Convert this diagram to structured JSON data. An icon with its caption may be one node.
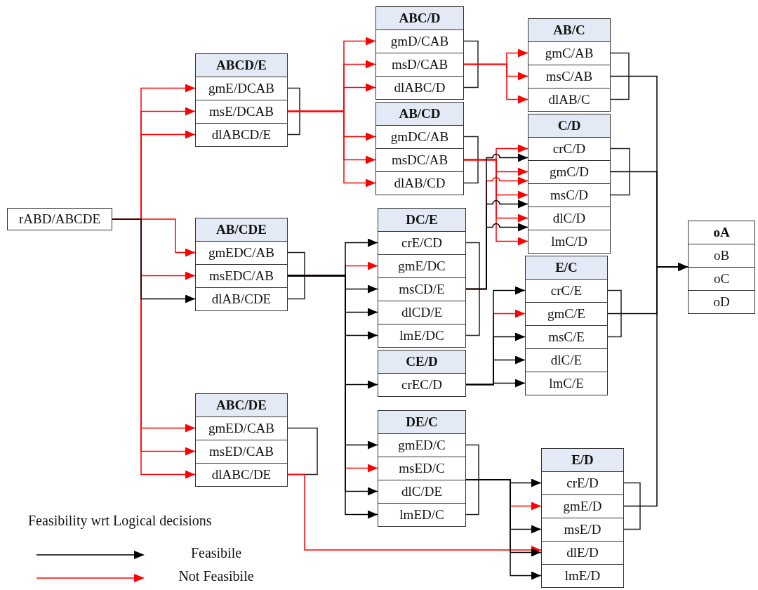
{
  "diagram": {
    "nodes": [
      {
        "text": [
          "rABD/ABCDE"
        ]
      },
      {
        "text": [
          "ABCD/E"
        ]
      },
      {
        "text": [
          "gmE/DCAB"
        ],
        "in": 1
      },
      {
        "text": [
          "msE/DCAB"
        ],
        "in": 1
      },
      {
        "text": [
          "dlABCD/E"
        ],
        "in": 1
      },
      {
        "text": [
          "AB/CDE"
        ]
      },
      {
        "text": [
          "gmEDC/AB"
        ],
        "in": 5
      },
      {
        "text": [
          "msEDC/AB"
        ],
        "in": 5
      },
      {
        "text": [
          "dlAB/CDE"
        ],
        "in": 5
      },
      {
        "text": [
          "ABC/DE"
        ]
      },
      {
        "text": [
          "gmED/CAB"
        ],
        "in": 9
      },
      {
        "text": [
          "msED/CAB"
        ],
        "in": 9
      },
      {
        "text": [
          "dlABC/DE"
        ],
        "in": 9
      },
      {
        "text": [
          "ABC/D"
        ]
      },
      {
        "text": [
          "gmD/CAB"
        ],
        "in": 13
      },
      {
        "text": [
          "msD/CAB"
        ],
        "in": 13
      },
      {
        "text": [
          "dlABC/D"
        ],
        "in": 13
      },
      {
        "text": [
          "AB/CD"
        ]
      },
      {
        "text": [
          "gmDC/AB"
        ],
        "in": 17
      },
      {
        "text": [
          "msDC/AB"
        ],
        "in": 17
      },
      {
        "text": [
          "dlAB/CD"
        ],
        "in": 17
      },
      {
        "text": [
          "DC/E"
        ]
      },
      {
        "text": [
          "crE/CD"
        ],
        "in": 21
      },
      {
        "text": [
          "gmE/DC"
        ],
        "in": 21
      },
      {
        "text": [
          "msCD/E"
        ],
        "in": 21
      },
      {
        "text": [
          "dlCD/E"
        ],
        "in": 21
      },
      {
        "text": [
          "lmE/DC"
        ],
        "in": 21
      },
      {
        "text": [
          "CE/D"
        ]
      },
      {
        "text": [
          "crEC/D"
        ],
        "in": 27
      },
      {
        "text": [
          "DE/C"
        ]
      },
      {
        "text": [
          "gmED/C"
        ],
        "in": 29
      },
      {
        "text": [
          "msED/C"
        ],
        "in": 29
      },
      {
        "text": [
          "dlC/DE"
        ],
        "in": 29
      },
      {
        "text": [
          "lmED/C"
        ],
        "in": 29
      },
      {
        "text": [
          "AB/C"
        ]
      },
      {
        "text": [
          "gmC/AB"
        ],
        "in": 34
      },
      {
        "text": [
          "msC/AB"
        ],
        "in": 34
      },
      {
        "text": [
          "dlAB/C"
        ],
        "in": 34
      },
      {
        "text": [
          "C/D"
        ]
      },
      {
        "text": [
          "crC/D"
        ],
        "in": 38
      },
      {
        "text": [
          "gmC/D"
        ],
        "in": 38
      },
      {
        "text": [
          "msC/D"
        ],
        "in": 38
      },
      {
        "text": [
          "dlC/D"
        ],
        "in": 38
      },
      {
        "text": [
          "lmC/D"
        ],
        "in": 38
      },
      {
        "text": [
          "E/C"
        ]
      },
      {
        "text": [
          "crC/E"
        ],
        "in": 44
      },
      {
        "text": [
          "gmC/E"
        ],
        "in": 44
      },
      {
        "text": [
          "msC/E"
        ],
        "in": 44
      },
      {
        "text": [
          "dlC/E"
        ],
        "in": 44
      },
      {
        "text": [
          "lmC/E"
        ],
        "in": 44
      },
      {
        "text": [
          "E/D"
        ]
      },
      {
        "text": [
          "crE/D"
        ],
        "in": 50
      },
      {
        "text": [
          "gmE/D"
        ],
        "in": 50
      },
      {
        "text": [
          "msE/D"
        ],
        "in": 50
      },
      {
        "text": [
          "dlE/D"
        ],
        "in": 50
      },
      {
        "text": [
          "lmE/D"
        ],
        "in": 50
      },
      {
        "text": [
          "oA"
        ]
      },
      {
        "text": [
          "oB"
        ],
        "in": 56
      },
      {
        "text": [
          "oC"
        ],
        "in": 56
      },
      {
        "text": [
          "oD"
        ],
        "in": 56
      }
    ],
    "edges": [
      {
        "from": 0,
        "to": 2,
        "arrow": "to"
      },
      {
        "from": 0,
        "to": 3,
        "arrow": "to"
      },
      {
        "from": 0,
        "to": 4,
        "arrow": "to"
      },
      {
        "from": 0,
        "to": 6,
        "arrow": "to"
      },
      {
        "from": 0,
        "to": 7,
        "arrow": "to"
      },
      {
        "from": 0,
        "to": 8,
        "arrow": "to",
        "color": "#000000"
      },
      {
        "from": 0,
        "to": 10,
        "arrow": "to"
      },
      {
        "from": 0,
        "to": 11,
        "arrow": "to"
      },
      {
        "from": 0,
        "to": 12,
        "arrow": "to"
      },
      {
        "from": 1,
        "to": 14,
        "arrow": "to"
      },
      {
        "from": 1,
        "to": 15,
        "arrow": "to"
      },
      {
        "from": 1,
        "to": 16,
        "arrow": "to"
      },
      {
        "from": 1,
        "to": 18,
        "arrow": "to"
      },
      {
        "from": 1,
        "to": 19,
        "arrow": "to"
      },
      {
        "from": 1,
        "to": 20,
        "arrow": "to"
      },
      {
        "from": 13,
        "to": 35,
        "arrow": "to"
      },
      {
        "from": 13,
        "to": 36,
        "arrow": "to"
      },
      {
        "from": 13,
        "to": 37,
        "arrow": "to"
      },
      {
        "from": 17,
        "to": 39,
        "arrow": "to"
      },
      {
        "from": 17,
        "to": 40,
        "arrow": "to"
      },
      {
        "from": 17,
        "to": 41,
        "arrow": "to"
      },
      {
        "from": 17,
        "to": 42,
        "arrow": "to"
      },
      {
        "from": 17,
        "to": 43,
        "arrow": "to"
      },
      {
        "from": 21,
        "to": 39,
        "arrow": "to",
        "color": "#000000"
      },
      {
        "from": 21,
        "to": 40,
        "arrow": "to"
      },
      {
        "from": 21,
        "to": 41,
        "arrow": "to",
        "color": "#000000"
      },
      {
        "from": 21,
        "to": 42,
        "arrow": "to",
        "color": "#000000"
      },
      {
        "from": 27,
        "to": 45,
        "arrow": "to",
        "color": "#000000"
      },
      {
        "from": 27,
        "to": 46,
        "arrow": "to"
      },
      {
        "from": 27,
        "to": 47,
        "arrow": "to",
        "color": "#000000"
      },
      {
        "from": 27,
        "to": 48,
        "arrow": "to",
        "color": "#000000"
      },
      {
        "from": 27,
        "to": 49,
        "arrow": "to",
        "color": "#000000"
      },
      {
        "from": 5,
        "to": 22,
        "arrow": "to",
        "color": "#000000"
      },
      {
        "from": 5,
        "to": 23,
        "arrow": "to"
      },
      {
        "from": 5,
        "to": 24,
        "arrow": "to",
        "color": "#000000"
      },
      {
        "from": 5,
        "to": 25,
        "arrow": "to",
        "color": "#000000"
      },
      {
        "from": 5,
        "to": 26,
        "arrow": "to",
        "color": "#000000"
      },
      {
        "from": 5,
        "to": 28,
        "arrow": "to",
        "color": "#000000"
      },
      {
        "from": 5,
        "to": 30,
        "arrow": "to",
        "color": "#000000"
      },
      {
        "from": 5,
        "to": 31,
        "arrow": "to"
      },
      {
        "from": 5,
        "to": 32,
        "arrow": "to",
        "color": "#000000"
      },
      {
        "from": 5,
        "to": 33,
        "arrow": "to",
        "color": "#000000"
      },
      {
        "from": 29,
        "to": 51,
        "arrow": "to",
        "color": "#000000"
      },
      {
        "from": 29,
        "to": 52,
        "arrow": "to"
      },
      {
        "from": 29,
        "to": 53,
        "arrow": "to",
        "color": "#000000"
      },
      {
        "from": 29,
        "to": 54,
        "arrow": "to",
        "color": "#000000"
      },
      {
        "from": 29,
        "to": 55,
        "arrow": "to",
        "color": "#000000"
      },
      {
        "from": 9,
        "to": 50,
        "arrow": "to"
      },
      {
        "from": 34,
        "to": 56,
        "arrow": "to",
        "color": "#000000"
      },
      {
        "from": 38,
        "to": 56,
        "arrow": "to",
        "color": "#000000"
      },
      {
        "from": 44,
        "to": 56,
        "arrow": "to",
        "color": "#000000"
      },
      {
        "from": 50,
        "to": 56,
        "arrow": "to",
        "color": "#000000"
      }
    ],
    "labels": [
      "Feasibility wrt Logical decisions"
    ],
    "legend": [
      {
        "text": "Feasibile"
      },
      {
        "text": "Not Feasibile"
      }
    ]
  }
}
